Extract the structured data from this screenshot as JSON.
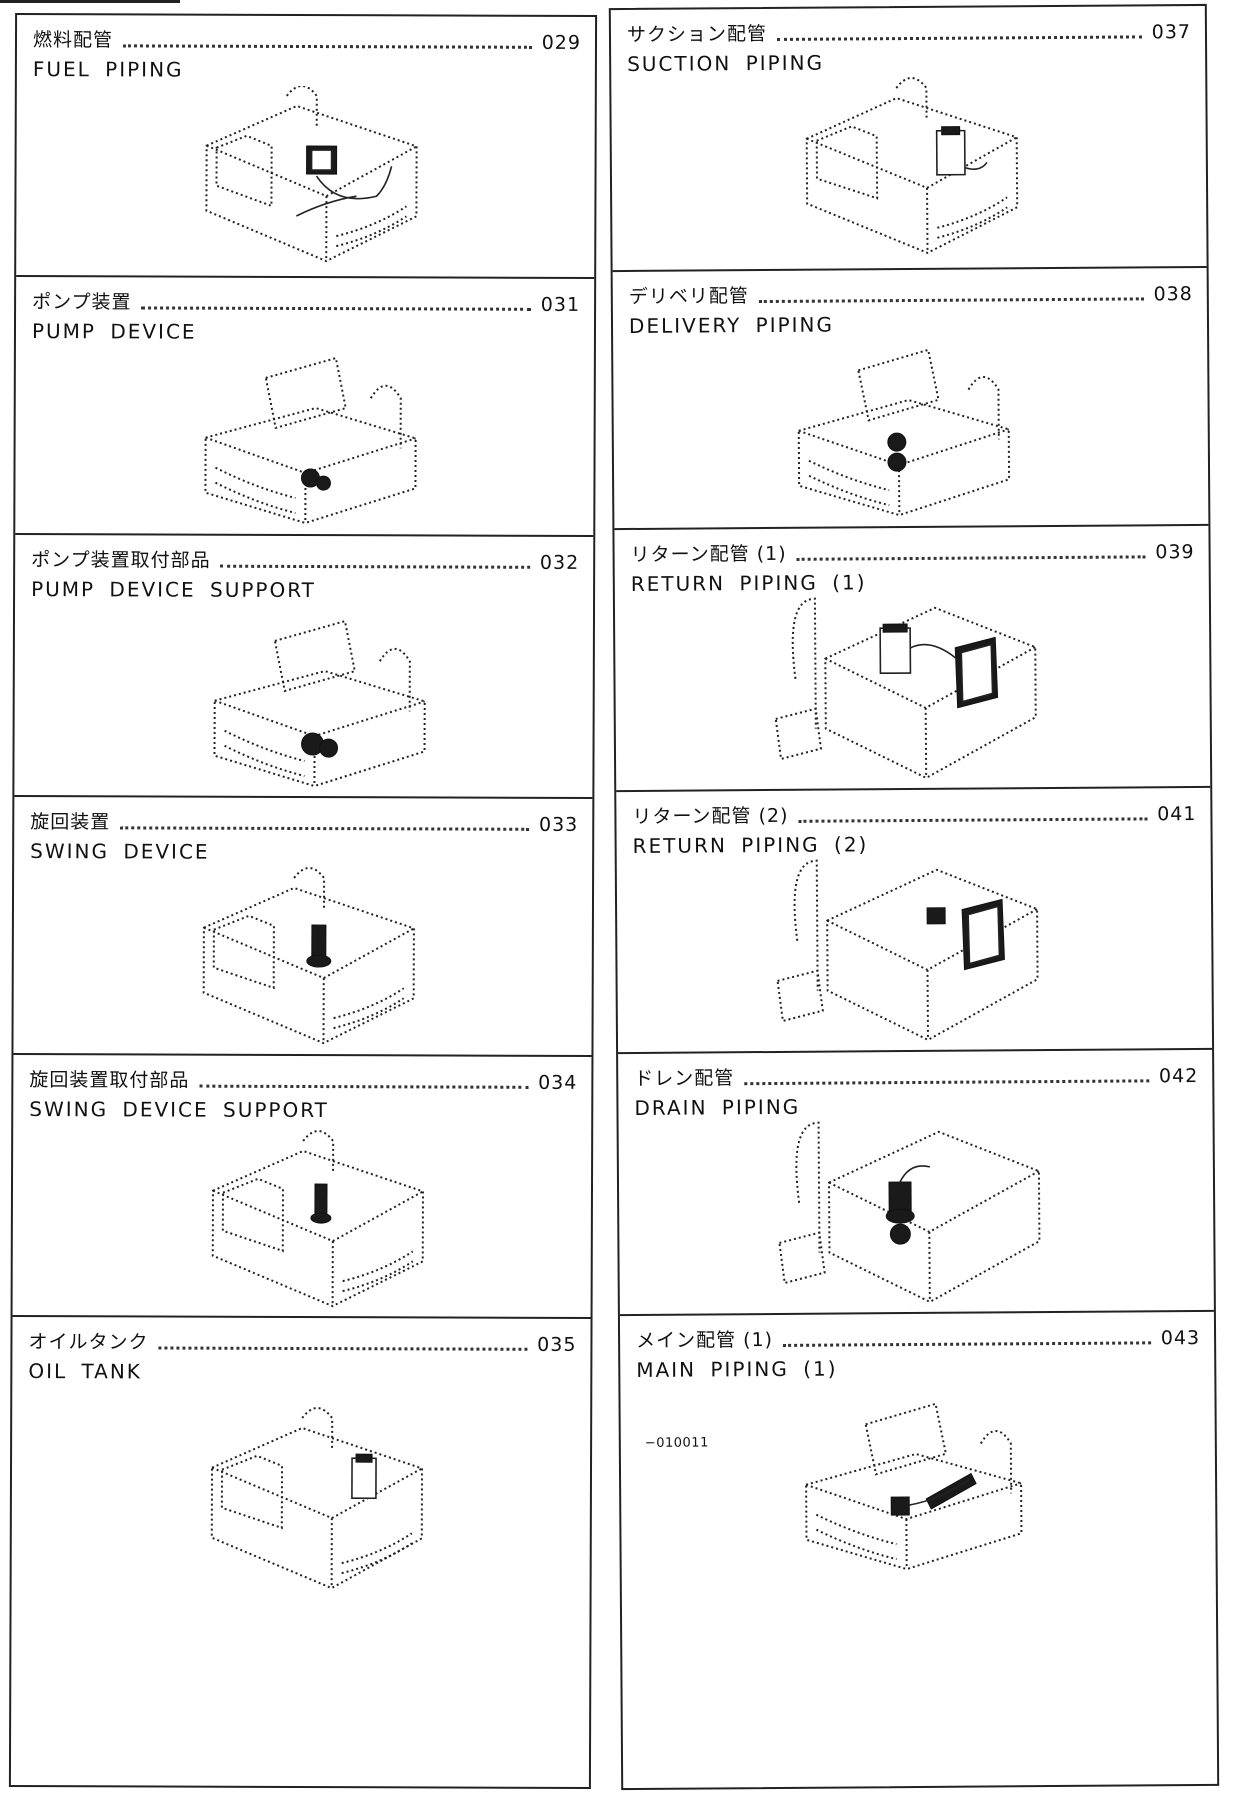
{
  "left_column": [
    {
      "jp": "燃料配管",
      "page": "029",
      "en": "FUEL PIPING"
    },
    {
      "jp": "ポンプ装置",
      "page": "031",
      "en": "PUMP DEVICE"
    },
    {
      "jp": "ポンプ装置取付部品",
      "page": "032",
      "en": "PUMP DEVICE SUPPORT"
    },
    {
      "jp": "旋回装置",
      "page": "033",
      "en": "SWING DEVICE"
    },
    {
      "jp": "旋回装置取付部品",
      "page": "034",
      "en": "SWING DEVICE SUPPORT"
    },
    {
      "jp": "オイルタンク",
      "page": "035",
      "en": "OIL TANK"
    }
  ],
  "right_column": [
    {
      "jp": "サクション配管",
      "page": "037",
      "en": "SUCTION PIPING"
    },
    {
      "jp": "デリベリ配管",
      "page": "038",
      "en": "DELIVERY PIPING"
    },
    {
      "jp": "リターン配管 (1)",
      "page": "039",
      "en": "RETURN PIPING (1)"
    },
    {
      "jp": "リターン配管 (2)",
      "page": "041",
      "en": "RETURN PIPING (2)"
    },
    {
      "jp": "ドレン配管",
      "page": "042",
      "en": "DRAIN PIPING"
    },
    {
      "jp": "メイン配管 (1)",
      "page": "043",
      "en": "MAIN PIPING (1)",
      "serial_note": "−010011"
    }
  ]
}
